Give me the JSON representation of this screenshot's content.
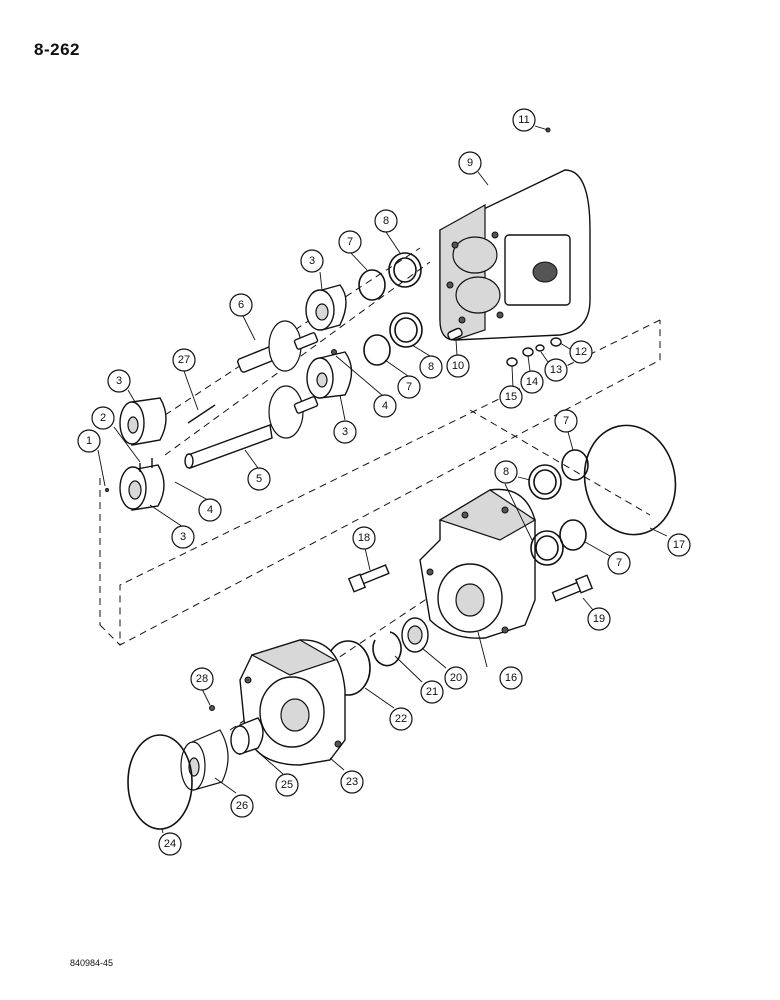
{
  "page_number": "8-262",
  "figure_code": "840984-45",
  "callouts": [
    "1",
    "2",
    "3",
    "4",
    "5",
    "6",
    "7",
    "8",
    "9",
    "10",
    "11",
    "12",
    "13",
    "14",
    "15",
    "16",
    "17",
    "18",
    "19",
    "20",
    "21",
    "22",
    "23",
    "24",
    "25",
    "26",
    "27",
    "28"
  ]
}
